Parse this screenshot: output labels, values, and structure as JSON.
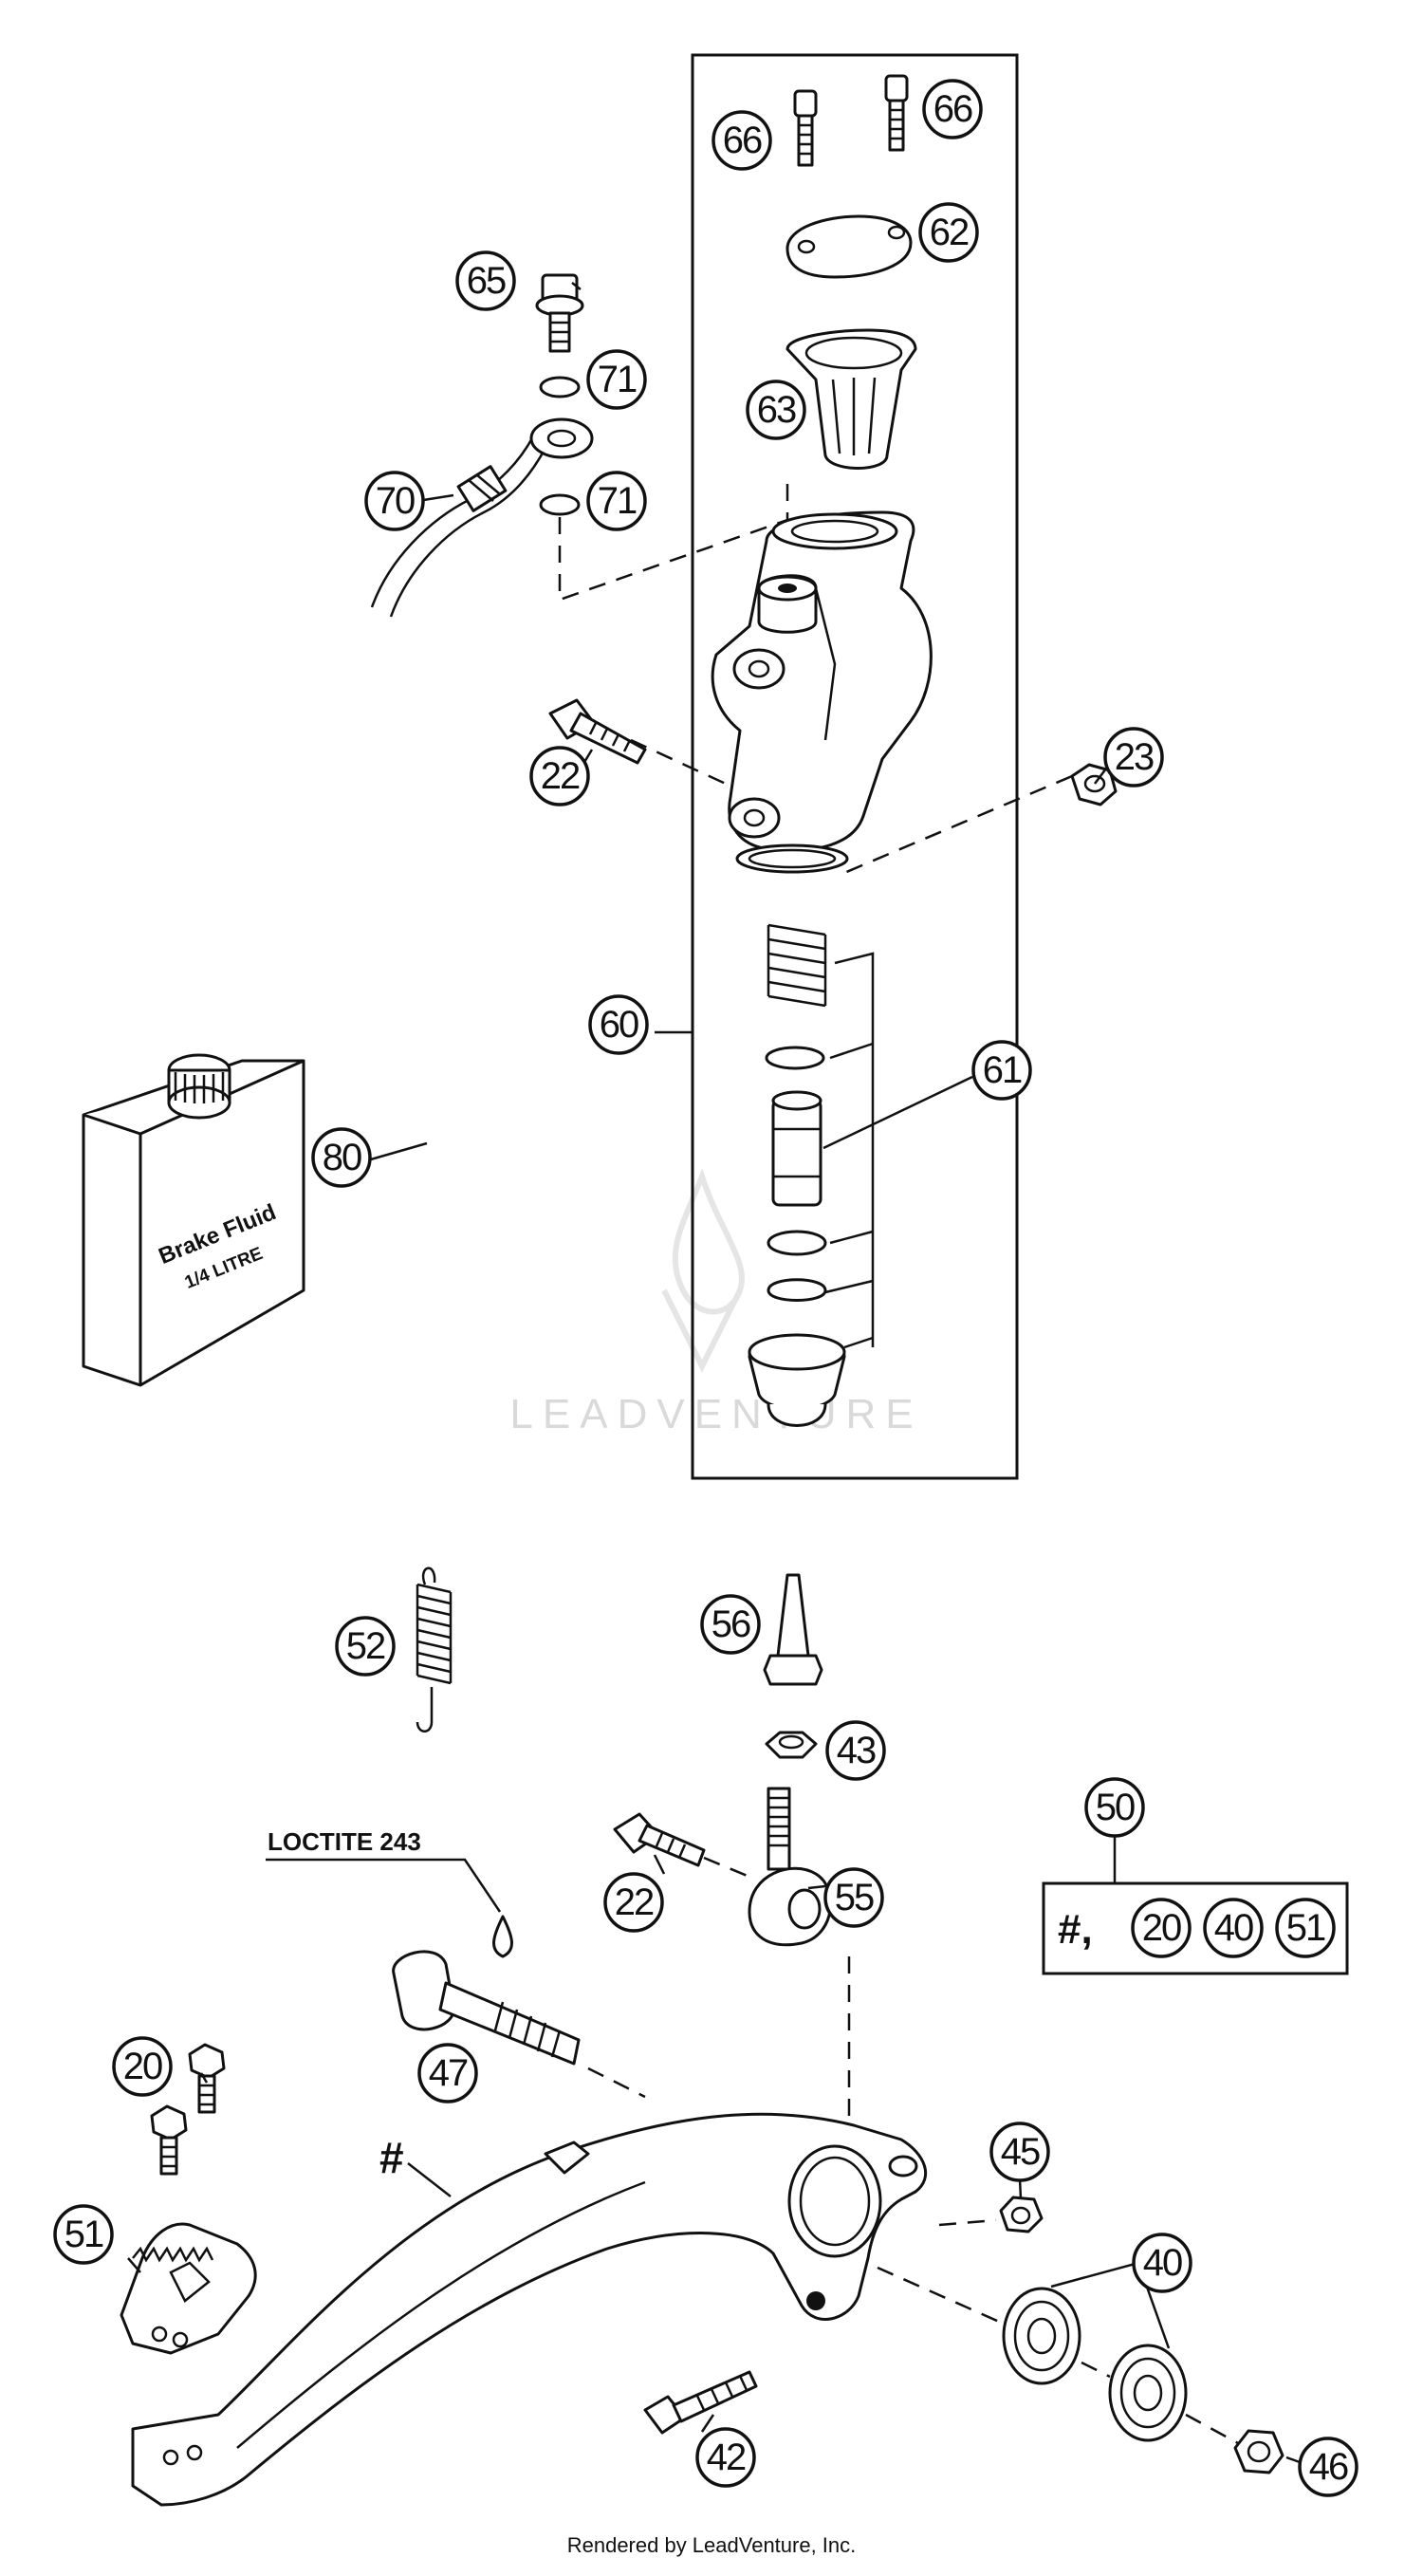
{
  "callouts": {
    "c66a": "66",
    "c66b": "66",
    "c62": "62",
    "c65": "65",
    "c63": "63",
    "c71a": "71",
    "c71b": "71",
    "c70": "70",
    "c22a": "22",
    "c23": "23",
    "c60": "60",
    "c61": "61",
    "c80": "80",
    "c52": "52",
    "c56": "56",
    "c43": "43",
    "c50": "50",
    "c22b": "22",
    "c55": "55",
    "c47": "47",
    "c20": "20",
    "c45": "45",
    "c40": "40",
    "c51": "51",
    "c42": "42",
    "c46": "46",
    "k20": "20",
    "k40": "40",
    "k51": "51"
  },
  "labels": {
    "loctite": "LOCTITE 243",
    "hash_marker": "#",
    "kit_prefix": "#,",
    "fluid_line1": "Brake Fluid",
    "fluid_line2": "1/4 LITRE"
  },
  "watermark": "LEADVENTURE",
  "footer": "Rendered by LeadVenture, Inc."
}
